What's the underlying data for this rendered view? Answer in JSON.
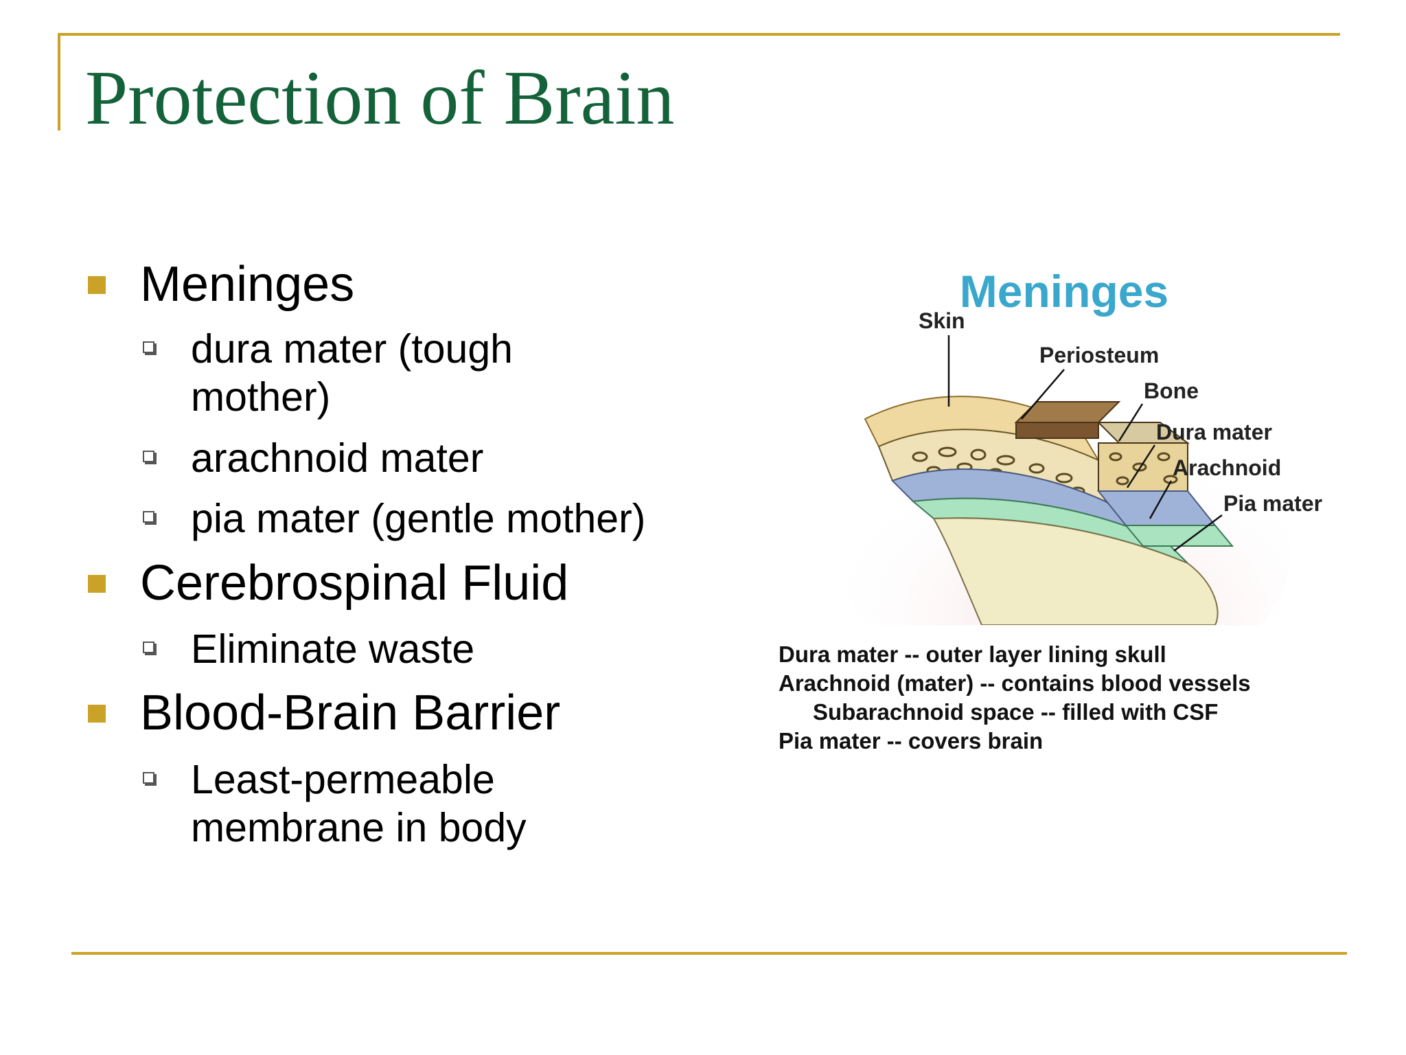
{
  "slide": {
    "title": "Protection of Brain",
    "bullets": [
      {
        "label": "Meninges",
        "sub": [
          "dura mater (tough",
          "mother)",
          "arachnoid mater",
          "pia mater (gentle mother)"
        ]
      },
      {
        "label": "Cerebrospinal Fluid",
        "sub": [
          "Eliminate waste"
        ]
      },
      {
        "label": "Blood-Brain Barrier",
        "sub": [
          "Least-permeable",
          "membrane in body"
        ]
      }
    ],
    "colors": {
      "accent": "#c9a227",
      "title": "#14623a",
      "figure_title": "#3aa7cc"
    }
  },
  "figure": {
    "title": "Meninges",
    "labels": {
      "skin": "Skin",
      "periosteum": "Periosteum",
      "bone": "Bone",
      "dura": "Dura mater",
      "arachnoid": "Arachnoid",
      "pia": "Pia mater"
    },
    "caption": [
      "Dura mater -- outer layer lining skull",
      "Arachnoid (mater) -- contains blood vessels",
      "Subarachnoid space -- filled with CSF",
      "Pia mater -- covers brain"
    ],
    "icons": {
      "bullet": "filled-square",
      "sub_bullet": "hollow-square"
    }
  }
}
